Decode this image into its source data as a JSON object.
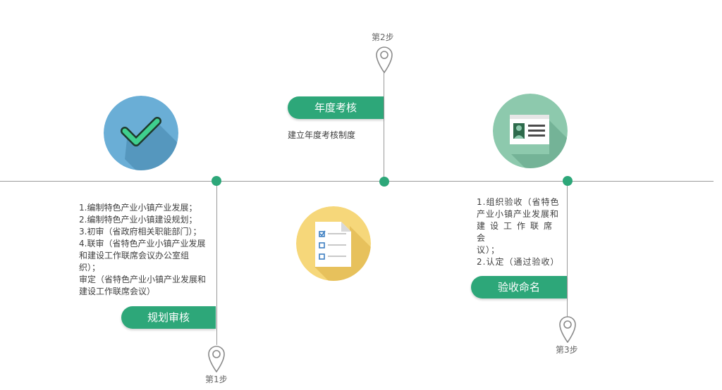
{
  "colors": {
    "accent": "#2da779",
    "line": "#9a9a9a",
    "check_bg": "#6aaed6",
    "doc_bg": "#f6d77a",
    "card_bg": "#8dc9ad"
  },
  "steps": [
    {
      "step_label": "第1步",
      "tag": "规划审核",
      "icon": "checkmark-icon",
      "desc": [
        "1.编制特色产业小镇产业发展；",
        "2.编制特色产业小镇建设规划；",
        "3.初审（省政府相关职能部门）；",
        "4.联审（省特色产业小镇产业发展",
        "和建设工作联席会议办公室组",
        "织）；",
        "审定（省特色产业小镇产业发展和",
        "建设工作联席会议）"
      ]
    },
    {
      "step_label": "第2步",
      "tag": "年度考核",
      "icon": "checklist-document-icon",
      "desc": [
        "建立年度考核制度"
      ]
    },
    {
      "step_label": "第3步",
      "tag": "验收命名",
      "icon": "id-card-icon",
      "desc": [
        "1.组织验收（省特色",
        "产业小镇产业发展和",
        "建设工作联席会",
        "议）；",
        "2.认定（通过验收）"
      ]
    }
  ]
}
